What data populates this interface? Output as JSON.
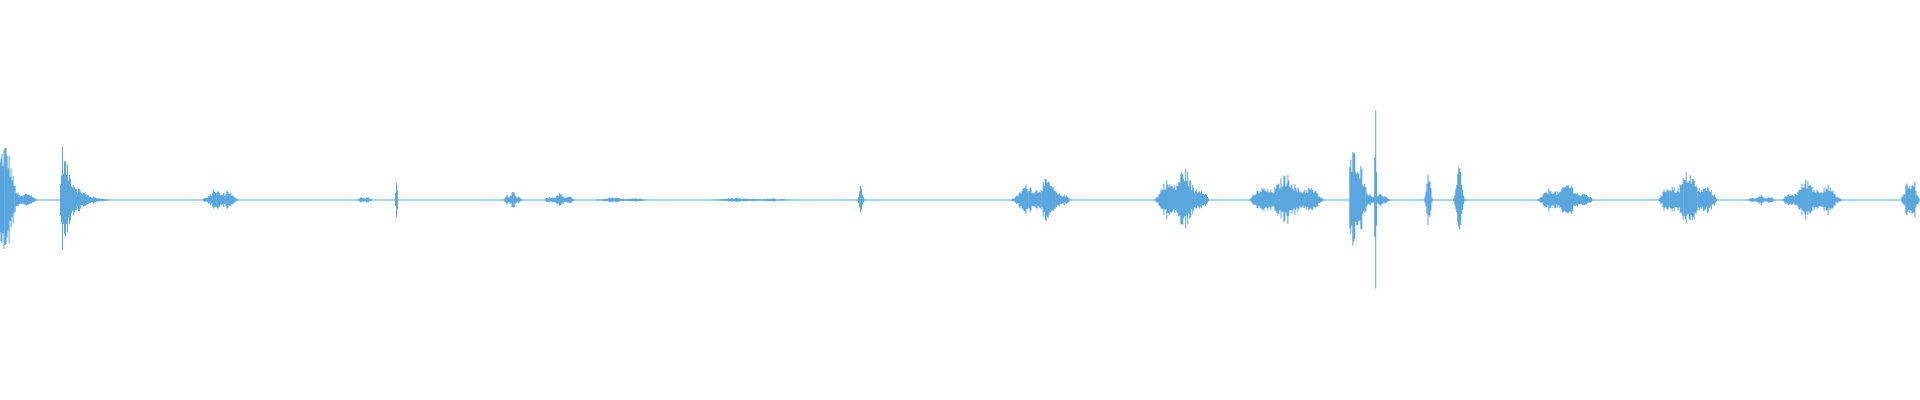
{
  "waveform": {
    "color": "#5aa7e0",
    "background": "#ffffff",
    "duration_fraction_note_free": true,
    "segments": [
      {
        "start": 0.0,
        "end": 0.02,
        "amp": 0.4,
        "shape": "burst"
      },
      {
        "start": 0.031,
        "end": 0.06,
        "amp": 0.3,
        "shape": "decay"
      },
      {
        "start": 0.105,
        "end": 0.125,
        "amp": 0.07,
        "shape": "swell"
      },
      {
        "start": 0.185,
        "end": 0.195,
        "amp": 0.02,
        "shape": "swell"
      },
      {
        "start": 0.205,
        "end": 0.208,
        "amp": 0.16,
        "shape": "spike"
      },
      {
        "start": 0.262,
        "end": 0.272,
        "amp": 0.05,
        "shape": "swell"
      },
      {
        "start": 0.283,
        "end": 0.3,
        "amp": 0.04,
        "shape": "swell"
      },
      {
        "start": 0.305,
        "end": 0.34,
        "amp": 0.015,
        "shape": "swell"
      },
      {
        "start": 0.36,
        "end": 0.42,
        "amp": 0.012,
        "shape": "swell"
      },
      {
        "start": 0.445,
        "end": 0.452,
        "amp": 0.08,
        "shape": "spike"
      },
      {
        "start": 0.526,
        "end": 0.558,
        "amp": 0.12,
        "shape": "swell"
      },
      {
        "start": 0.601,
        "end": 0.63,
        "amp": 0.18,
        "shape": "swell"
      },
      {
        "start": 0.65,
        "end": 0.69,
        "amp": 0.14,
        "shape": "swell"
      },
      {
        "start": 0.703,
        "end": 0.725,
        "amp": 0.35,
        "shape": "burst"
      },
      {
        "start": 0.715,
        "end": 0.718,
        "amp": 0.72,
        "shape": "spike"
      },
      {
        "start": 0.74,
        "end": 0.748,
        "amp": 0.17,
        "shape": "spike"
      },
      {
        "start": 0.755,
        "end": 0.765,
        "amp": 0.2,
        "shape": "spike"
      },
      {
        "start": 0.8,
        "end": 0.83,
        "amp": 0.1,
        "shape": "swell"
      },
      {
        "start": 0.863,
        "end": 0.895,
        "amp": 0.16,
        "shape": "swell"
      },
      {
        "start": 0.91,
        "end": 0.925,
        "amp": 0.03,
        "shape": "swell"
      },
      {
        "start": 0.928,
        "end": 0.96,
        "amp": 0.12,
        "shape": "swell"
      },
      {
        "start": 0.99,
        "end": 1.0,
        "amp": 0.14,
        "shape": "swell"
      }
    ]
  }
}
